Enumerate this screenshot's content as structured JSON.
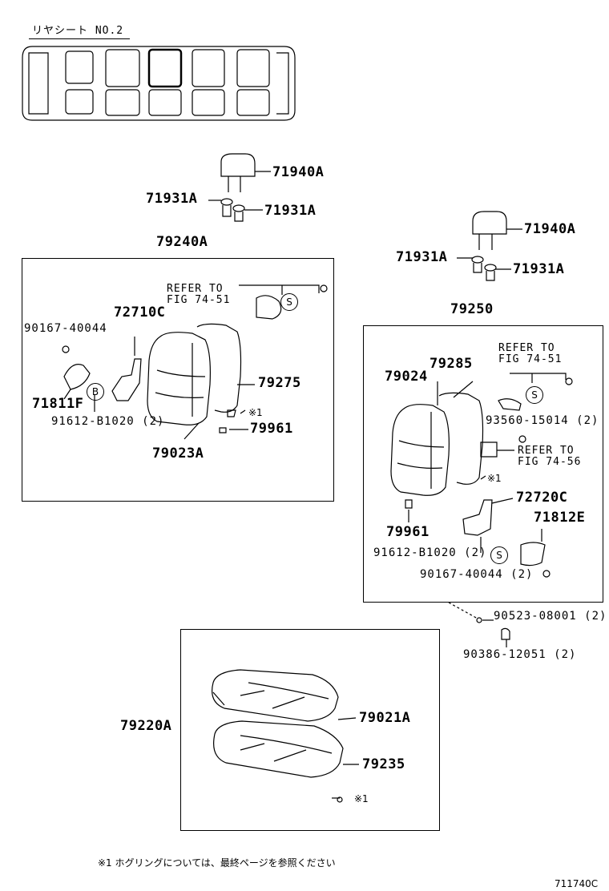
{
  "header": {
    "title": "リヤシート NO.2"
  },
  "groups": {
    "left_assembly": "79240A",
    "right_assembly": "79250",
    "cushion_assembly": "79220A"
  },
  "parts": {
    "l_headrest": "71940A",
    "l_support_left": "71931A",
    "l_support_right": "71931A",
    "l_bolt": "90167-40044",
    "l_hinge": "72710C",
    "l_cover": "71811F",
    "l_screw": "91612-B1020 (2)",
    "l_back_cover": "79275",
    "l_back_pad": "79023A",
    "l_clip": "79961",
    "l_note_mark": "※1",
    "r_headrest": "71940A",
    "r_support_left": "71931A",
    "r_support_right": "71931A",
    "r_back_pad": "79024",
    "r_back_cover": "79285",
    "r_nut": "93560-15014 (2)",
    "r_hinge": "72720C",
    "r_cover": "71812E",
    "r_clip": "79961",
    "r_screw": "91612-B1020 (2)",
    "r_bolt": "90167-40044 (2)",
    "r_washer": "90523-08001 (2)",
    "r_bushing": "90386-12051 (2)",
    "r_note_mark": "※1",
    "c_cover": "79021A",
    "c_pad": "79235",
    "c_note_mark": "※1"
  },
  "refs": {
    "l_refer": "REFER TO\nFIG 74-51",
    "r_refer1": "REFER TO\nFIG 74-51",
    "r_refer2": "REFER TO\nFIG 74-56"
  },
  "symbols": {
    "s": "S",
    "b": "B"
  },
  "footer": {
    "note": "※1  ホグリングについては、最終ページを参照ください",
    "figure_code": "711740C"
  }
}
